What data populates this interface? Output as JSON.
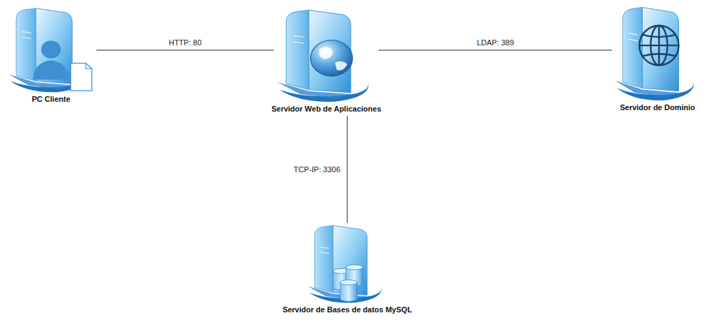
{
  "diagram": {
    "nodes": [
      {
        "text": [
          "PC Cliente"
        ]
      },
      {
        "text": [
          "Servidor Web de Aplicaciones"
        ]
      },
      {
        "text": [
          "Servidor de Dominio"
        ]
      },
      {
        "text": [
          "Servidor de Bases de datos MySQL"
        ]
      }
    ],
    "edges": [
      {
        "from": 0,
        "to": 1,
        "label": "HTTP: 80",
        "arrow": "none"
      },
      {
        "from": 1,
        "to": 2,
        "label": "LDAP: 389",
        "arrow": "none"
      },
      {
        "from": 1,
        "to": 3,
        "label": "TCP-IP: 3306",
        "arrow": "none"
      }
    ]
  }
}
